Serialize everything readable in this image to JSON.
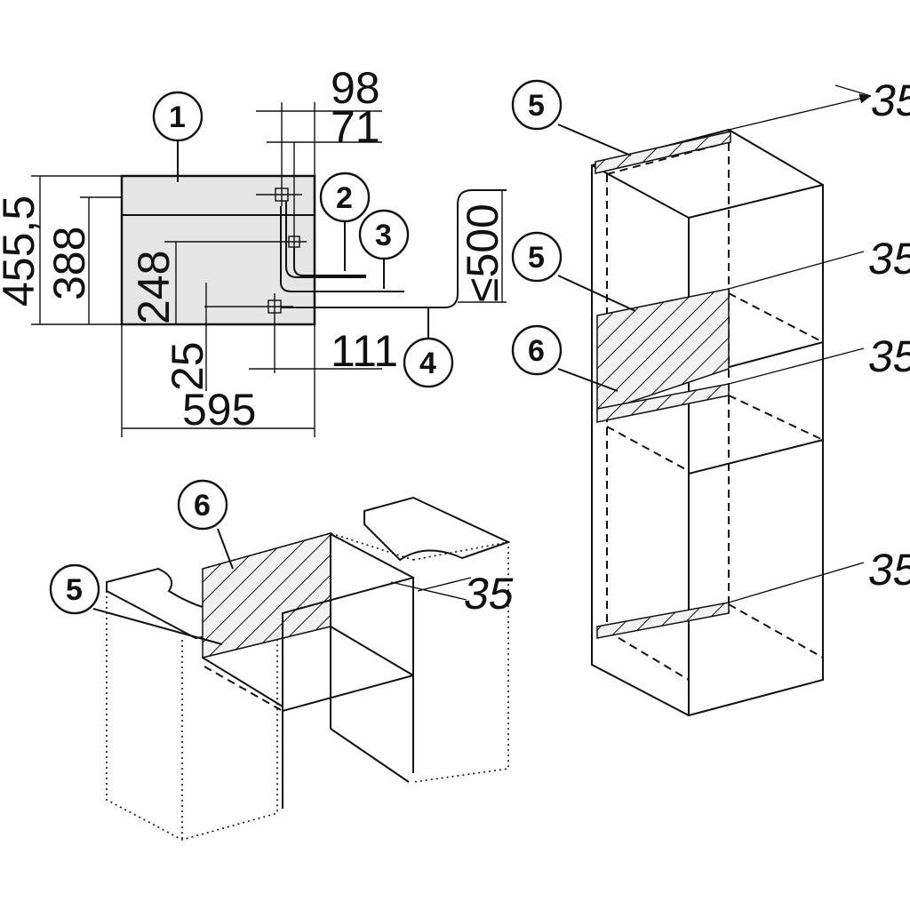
{
  "dimensions": {
    "d98": "98",
    "d71": "71",
    "d455_5": "455,5",
    "d388": "388",
    "d248": "248",
    "d25": "25",
    "d595": "595",
    "d111": "111",
    "d500": "≤500",
    "d35": "35"
  },
  "callouts": {
    "c1": "1",
    "c2": "2",
    "c3": "3",
    "c4": "4",
    "c5": "5",
    "c6": "6"
  },
  "colors": {
    "line": "#111111",
    "panel_fill": "#e6e6e6",
    "background": "#ffffff"
  }
}
